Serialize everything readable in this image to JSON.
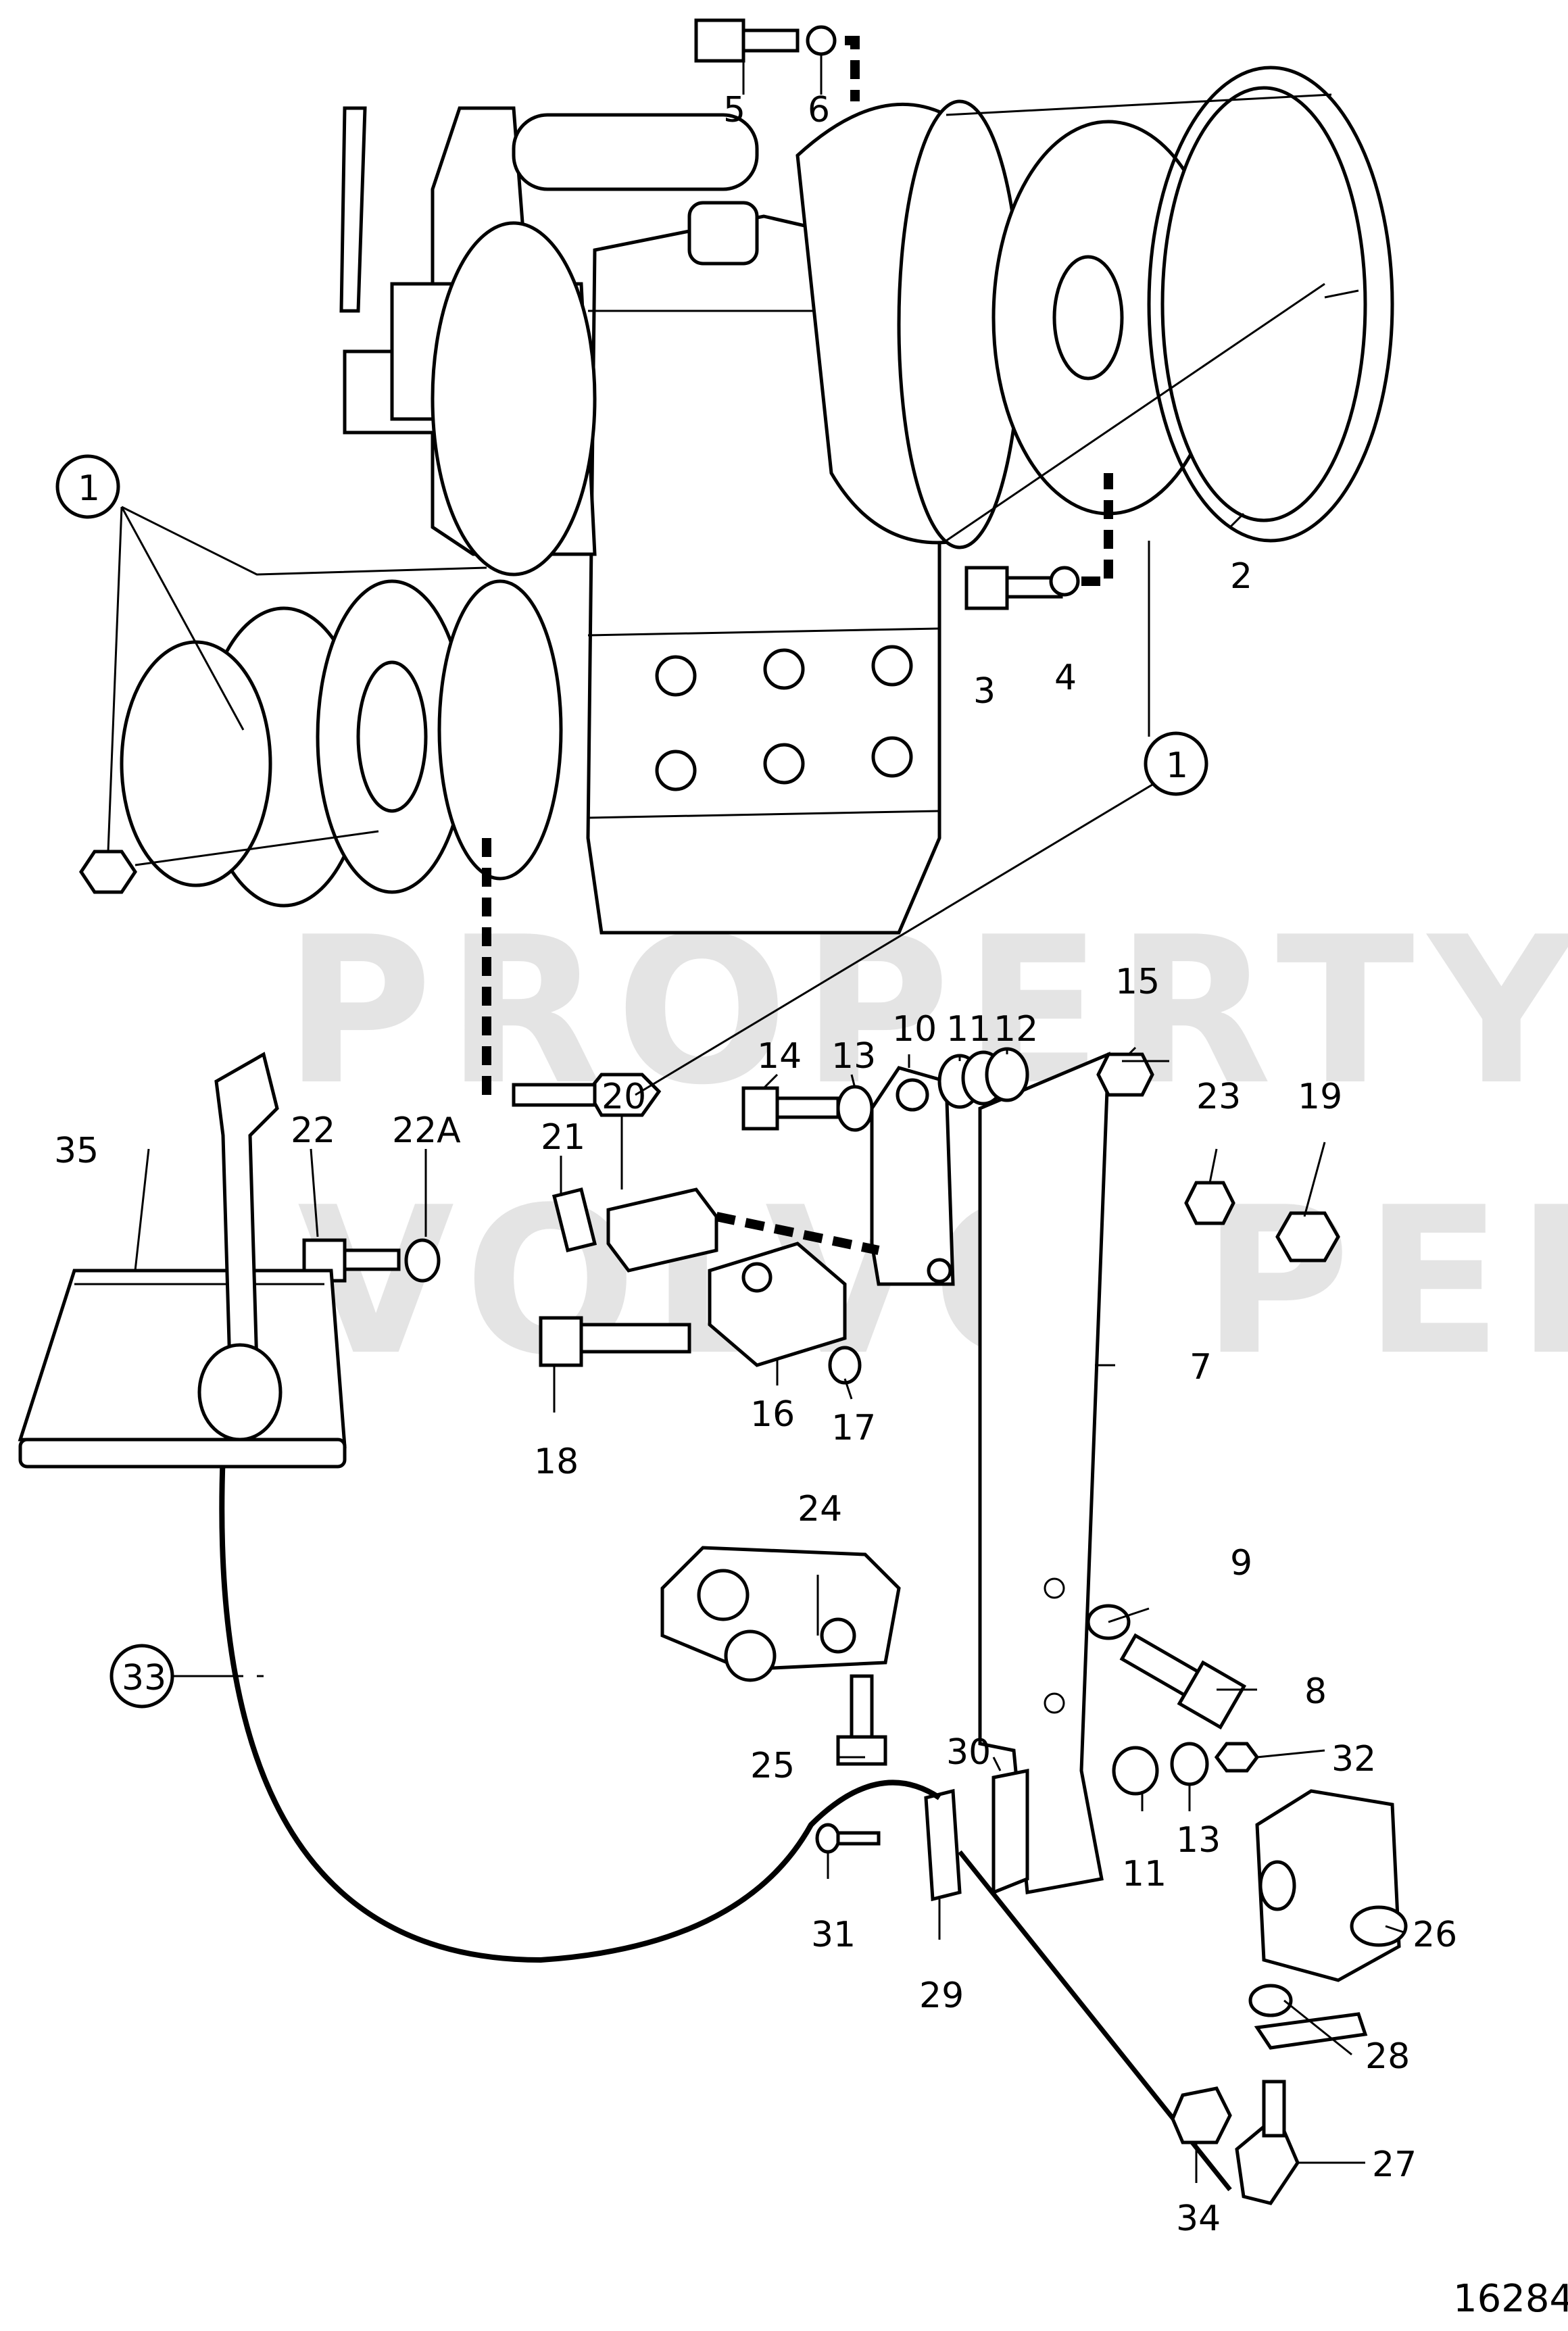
{
  "figure_number": "16284",
  "watermark": {
    "line1": "PROPERTY OF",
    "line2": "VOLVO PENTA"
  },
  "callouts": [
    {
      "id": "c1a",
      "label": "1",
      "circled": true
    },
    {
      "id": "c1b",
      "label": "1",
      "circled": true
    },
    {
      "id": "c2",
      "label": "2"
    },
    {
      "id": "c3",
      "label": "3"
    },
    {
      "id": "c4",
      "label": "4"
    },
    {
      "id": "c5",
      "label": "5"
    },
    {
      "id": "c6",
      "label": "6"
    },
    {
      "id": "c7",
      "label": "7"
    },
    {
      "id": "c8",
      "label": "8"
    },
    {
      "id": "c9",
      "label": "9"
    },
    {
      "id": "c10",
      "label": "10"
    },
    {
      "id": "c11a",
      "label": "11"
    },
    {
      "id": "c11b",
      "label": "11"
    },
    {
      "id": "c12",
      "label": "12"
    },
    {
      "id": "c13a",
      "label": "13"
    },
    {
      "id": "c13b",
      "label": "13"
    },
    {
      "id": "c14",
      "label": "14"
    },
    {
      "id": "c15",
      "label": "15"
    },
    {
      "id": "c16",
      "label": "16"
    },
    {
      "id": "c17",
      "label": "17"
    },
    {
      "id": "c18",
      "label": "18"
    },
    {
      "id": "c19",
      "label": "19"
    },
    {
      "id": "c20",
      "label": "20"
    },
    {
      "id": "c21",
      "label": "21"
    },
    {
      "id": "c22",
      "label": "22"
    },
    {
      "id": "c22a",
      "label": "22A"
    },
    {
      "id": "c23",
      "label": "23"
    },
    {
      "id": "c24",
      "label": "24"
    },
    {
      "id": "c25",
      "label": "25"
    },
    {
      "id": "c26",
      "label": "26"
    },
    {
      "id": "c27",
      "label": "27"
    },
    {
      "id": "c28",
      "label": "28"
    },
    {
      "id": "c29",
      "label": "29"
    },
    {
      "id": "c30",
      "label": "30"
    },
    {
      "id": "c31",
      "label": "31"
    },
    {
      "id": "c32",
      "label": "32"
    },
    {
      "id": "c33",
      "label": "33",
      "circled": true
    },
    {
      "id": "c34",
      "label": "34"
    },
    {
      "id": "c35",
      "label": "35"
    }
  ]
}
